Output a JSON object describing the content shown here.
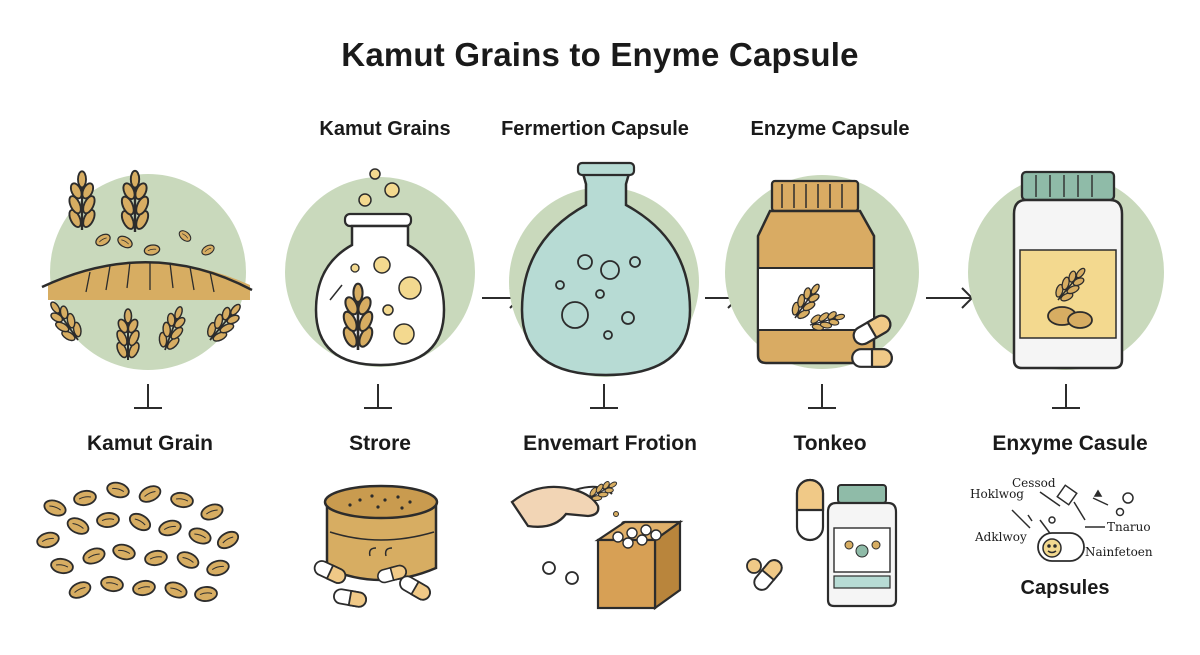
{
  "title": "Kamut Grains to Enyme Capsule",
  "stages": {
    "s2": "Kamut Grains",
    "s3": "Fermertion Capsule",
    "s4": "Enzyme Capsule"
  },
  "bottom": {
    "b1": "Kamut Grain",
    "b2": "Strore",
    "b3": "Envemart Frotion",
    "b4": "Tonkeo",
    "b5": "Enxyme Casule"
  },
  "tiny": {
    "cessod": "Cessod",
    "hoklwog": "Hoklwog",
    "adklwoy": "Adklwoy",
    "tnaruo": "Tnaruo",
    "nainfetoen": "Nainfetoen",
    "capsules": "Capsules"
  },
  "colors": {
    "circle": "#c9d9bc",
    "grain": "#d7ad62",
    "teal": "#b7dbd4",
    "yellow": "#f3d98f",
    "lid": "#d9ab63",
    "green_lid": "#8fbba8",
    "outline": "#2c2c2c"
  }
}
